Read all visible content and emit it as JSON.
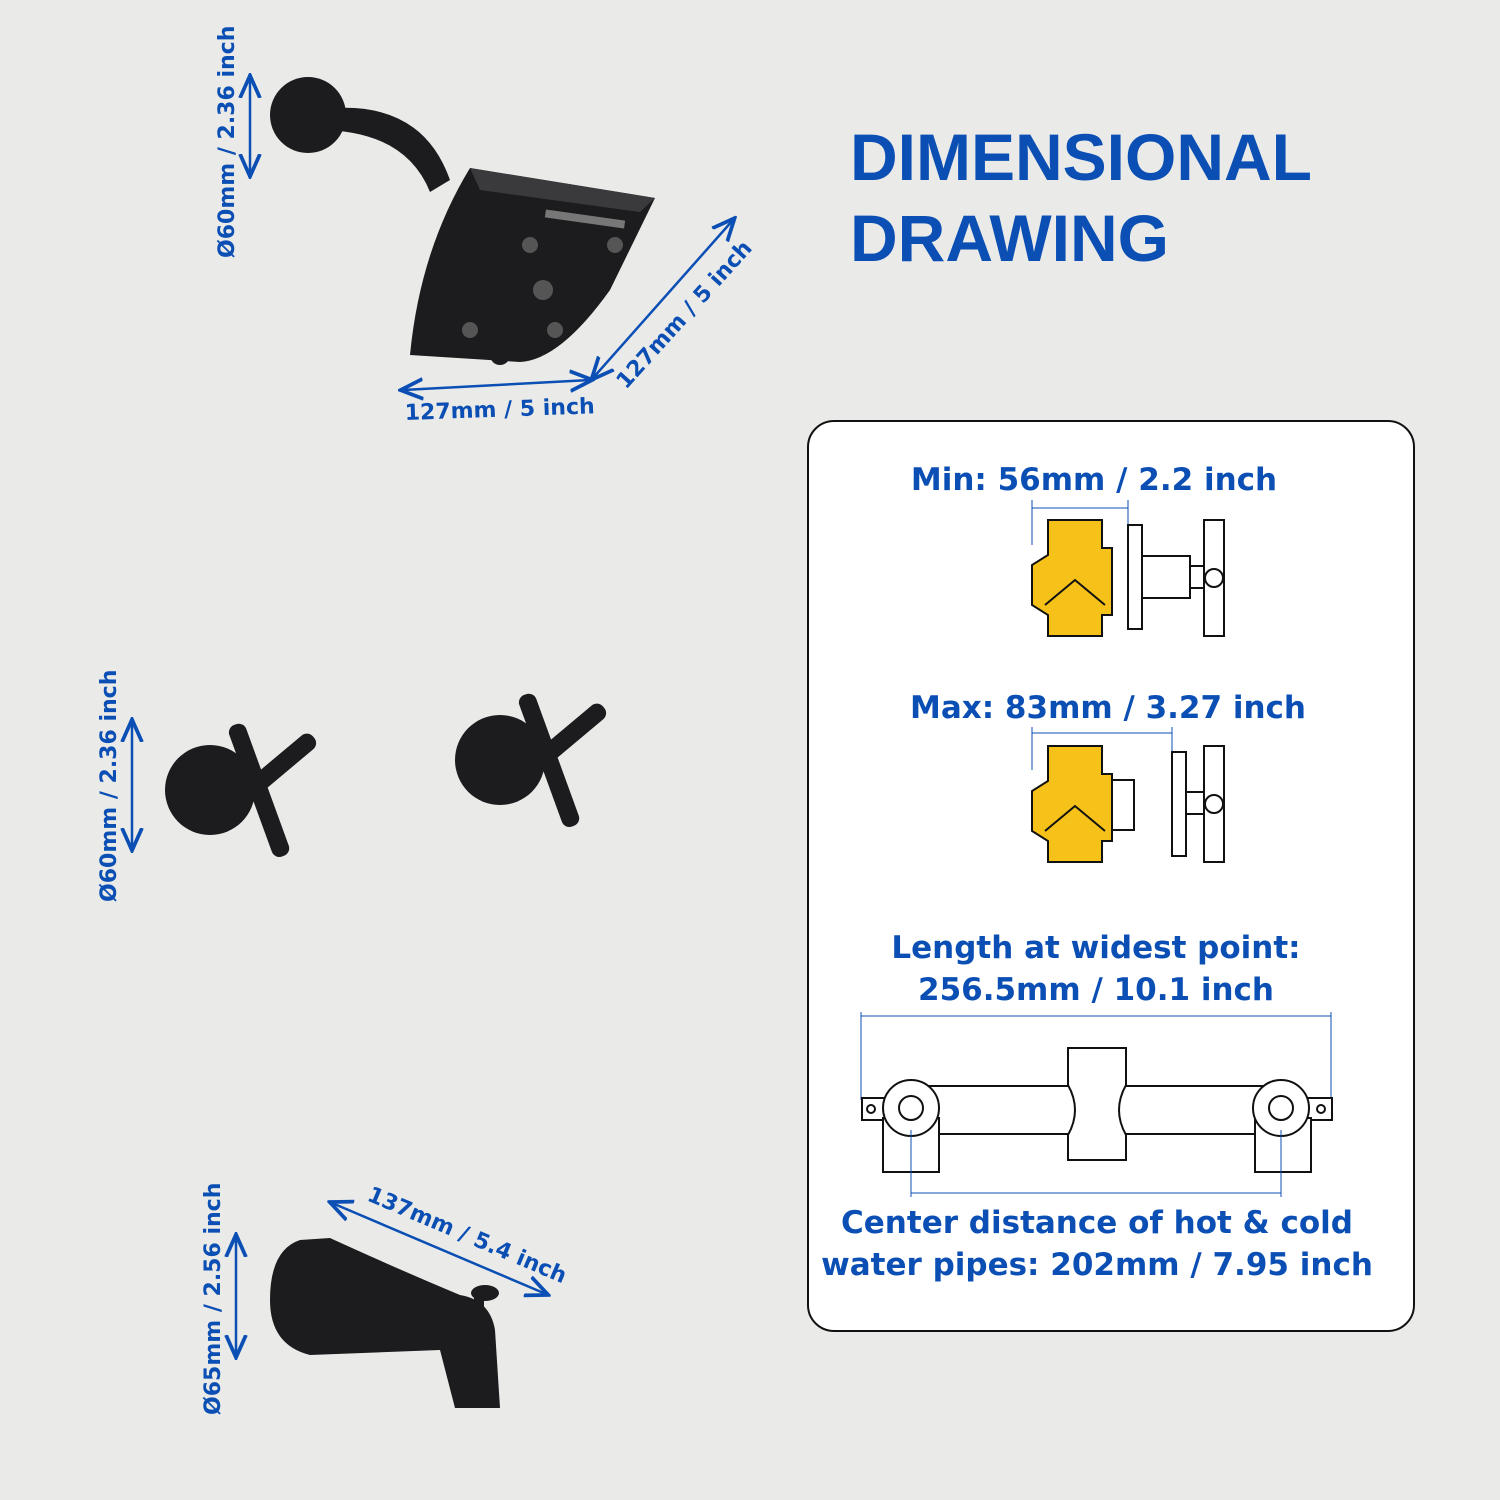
{
  "title": {
    "line1": "DIMENSIONAL",
    "line2": "DRAWING"
  },
  "shower_head": {
    "flange_diameter": "Ø60mm / 2.36 inch",
    "width": "127mm / 5 inch",
    "depth": "127mm / 5 inch"
  },
  "handles": {
    "flange_diameter": "Ø60mm / 2.36 inch"
  },
  "tub_spout": {
    "flange_diameter": "Ø65mm / 2.56 inch",
    "length": "137mm / 5.4 inch"
  },
  "valve_panel": {
    "min_label": "Min: 56mm / 2.2 inch",
    "max_label": "Max: 83mm / 3.27 inch",
    "widest_line1": "Length at widest point:",
    "widest_line2": "256.5mm / 10.1 inch",
    "center_line1": "Center distance of hot & cold",
    "center_line2": "water pipes: 202mm / 7.95 inch"
  },
  "colors": {
    "accent": "#0b4fb4",
    "background": "#eaeae8",
    "valve_brass": "#f6c21a"
  }
}
